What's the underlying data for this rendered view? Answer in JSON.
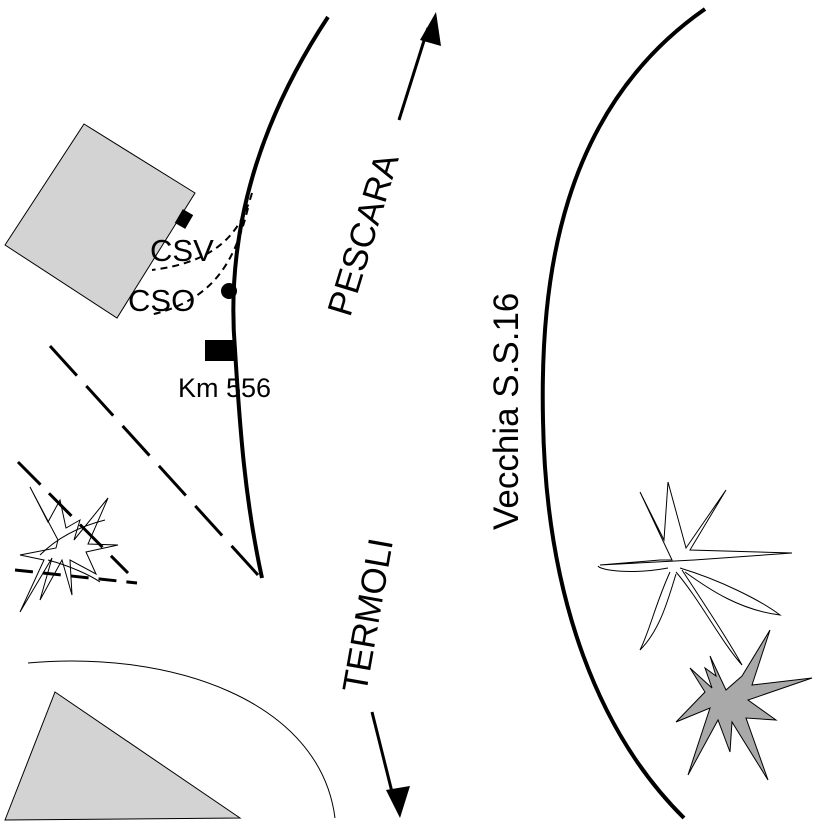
{
  "labels": {
    "pescara": "PESCARA",
    "termoli": "TERMOLI",
    "old_road": "Vecchia S.S.16",
    "km": "Km 556",
    "csv": "CSV",
    "cso": "CSO"
  },
  "colors": {
    "building_fill": "#d3d3d3",
    "plant_dark_fill": "#a9a9a9",
    "line": "#000000"
  },
  "icons": {
    "direction": "double-arrow-icon",
    "km_marker": "km-marker-icon",
    "station": "station-dot-icon",
    "vegetation": "plant-icon"
  }
}
